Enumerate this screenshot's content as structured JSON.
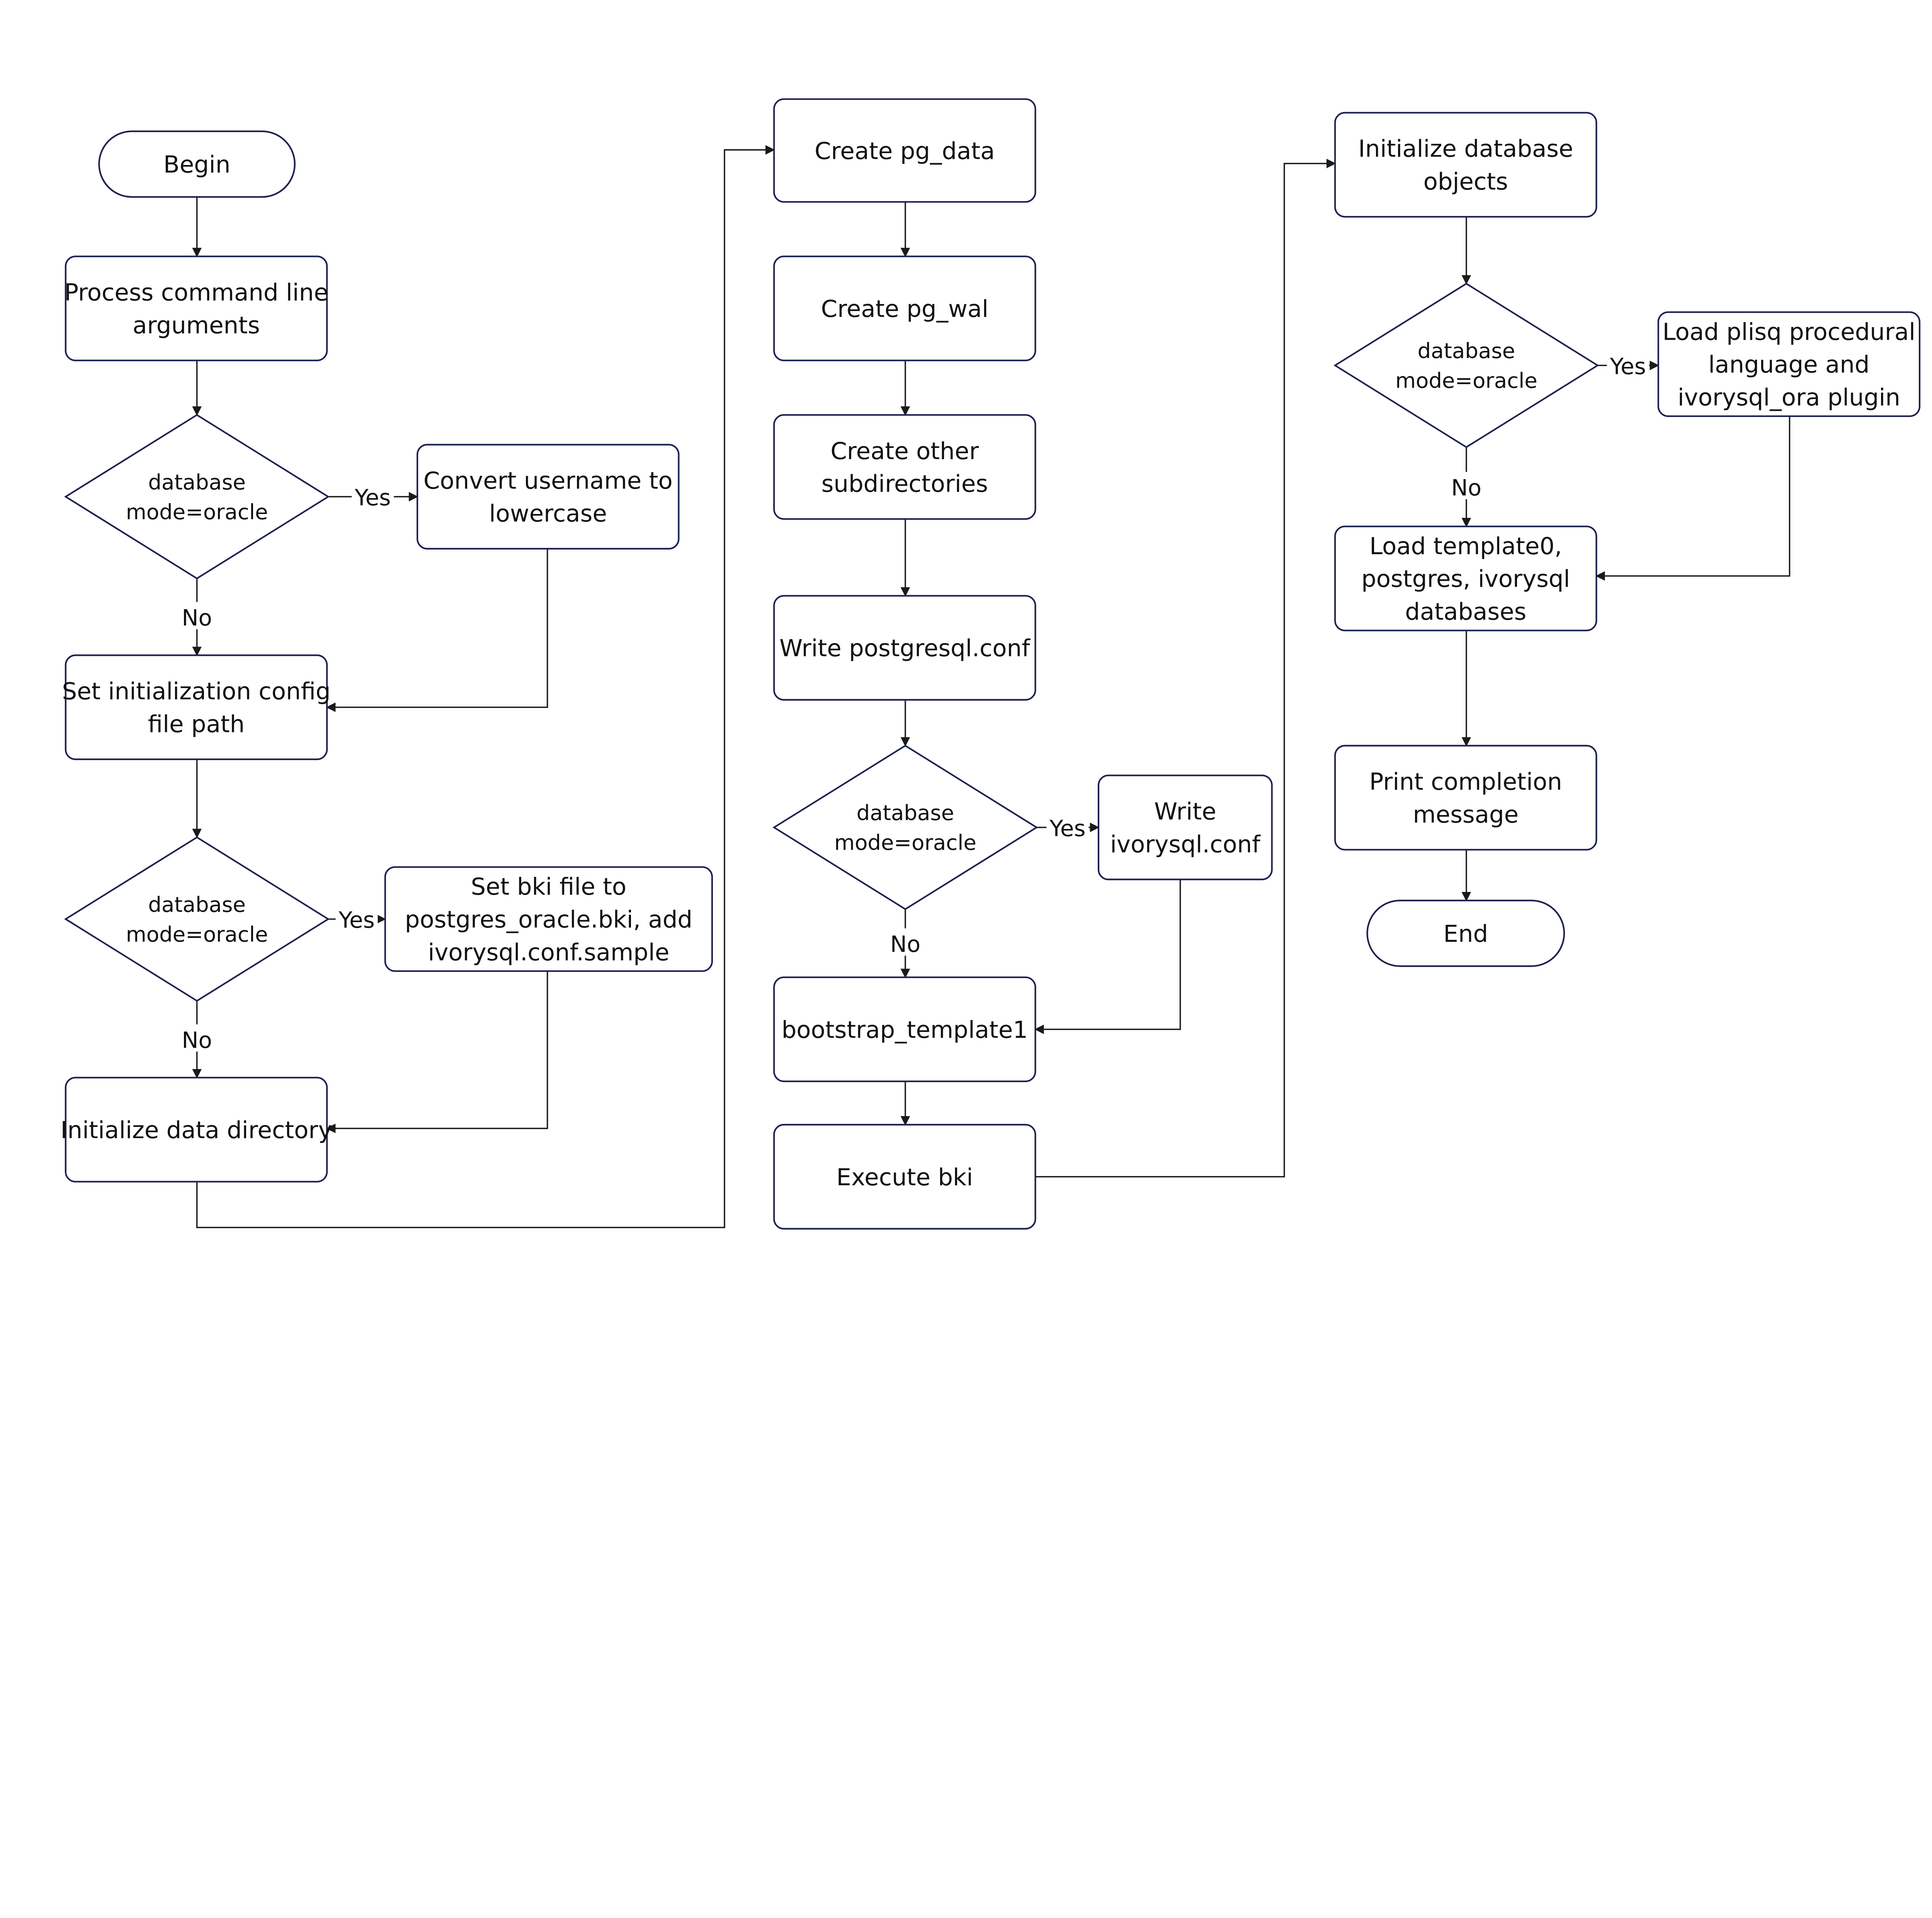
{
  "colors": {
    "node_stroke": "#1c2150",
    "edge": "#1a1a1a",
    "background": "#ffffff"
  },
  "nodes": [
    {
      "id": "begin",
      "type": "terminal",
      "lines": [
        "Begin"
      ]
    },
    {
      "id": "process_args",
      "type": "process",
      "lines": [
        "Process command line",
        "arguments"
      ]
    },
    {
      "id": "check_mode_1",
      "type": "decision",
      "lines": [
        "database",
        "mode=oracle"
      ]
    },
    {
      "id": "convert_username",
      "type": "process",
      "lines": [
        "Convert username to",
        "lowercase"
      ]
    },
    {
      "id": "set_config_path",
      "type": "process",
      "lines": [
        "Set initialization config",
        "file path"
      ]
    },
    {
      "id": "check_mode_2",
      "type": "decision",
      "lines": [
        "database",
        "mode=oracle"
      ]
    },
    {
      "id": "set_bki",
      "type": "process",
      "lines": [
        "Set bki file to",
        "postgres_oracle.bki, add",
        "ivorysql.conf.sample"
      ]
    },
    {
      "id": "init_data_dir",
      "type": "process",
      "lines": [
        "Initialize data directory"
      ]
    },
    {
      "id": "create_pg_data",
      "type": "process",
      "lines": [
        "Create pg_data"
      ]
    },
    {
      "id": "create_pg_wal",
      "type": "process",
      "lines": [
        "Create pg_wal"
      ]
    },
    {
      "id": "create_subdirs",
      "type": "process",
      "lines": [
        "Create other",
        "subdirectories"
      ]
    },
    {
      "id": "write_postgresql_conf",
      "type": "process",
      "lines": [
        "Write postgresql.conf"
      ]
    },
    {
      "id": "check_mode_3",
      "type": "decision",
      "lines": [
        "database",
        "mode=oracle"
      ]
    },
    {
      "id": "write_ivorysql_conf",
      "type": "process",
      "lines": [
        "Write",
        "ivorysql.conf"
      ]
    },
    {
      "id": "bootstrap_template1",
      "type": "process",
      "lines": [
        "bootstrap_template1"
      ]
    },
    {
      "id": "execute_bki",
      "type": "process",
      "lines": [
        "Execute bki"
      ]
    },
    {
      "id": "init_db_objects",
      "type": "process",
      "lines": [
        "Initialize database",
        "objects"
      ]
    },
    {
      "id": "check_mode_4",
      "type": "decision",
      "lines": [
        "database",
        "mode=oracle"
      ]
    },
    {
      "id": "load_plisq",
      "type": "process",
      "lines": [
        "Load plisq procedural",
        "language and",
        "ivorysql_ora plugin"
      ]
    },
    {
      "id": "load_templates",
      "type": "process",
      "lines": [
        "Load template0,",
        "postgres, ivorysql",
        "databases"
      ]
    },
    {
      "id": "print_completion",
      "type": "process",
      "lines": [
        "Print completion",
        "message"
      ]
    },
    {
      "id": "end",
      "type": "terminal",
      "lines": [
        "End"
      ]
    }
  ],
  "edges": [
    {
      "from": "begin",
      "to": "process_args",
      "label": ""
    },
    {
      "from": "process_args",
      "to": "check_mode_1",
      "label": ""
    },
    {
      "from": "check_mode_1",
      "to": "convert_username",
      "label": "Yes"
    },
    {
      "from": "check_mode_1",
      "to": "set_config_path",
      "label": "No"
    },
    {
      "from": "convert_username",
      "to": "set_config_path",
      "label": ""
    },
    {
      "from": "set_config_path",
      "to": "check_mode_2",
      "label": ""
    },
    {
      "from": "check_mode_2",
      "to": "set_bki",
      "label": "Yes"
    },
    {
      "from": "check_mode_2",
      "to": "init_data_dir",
      "label": "No"
    },
    {
      "from": "set_bki",
      "to": "init_data_dir",
      "label": ""
    },
    {
      "from": "init_data_dir",
      "to": "create_pg_data",
      "label": ""
    },
    {
      "from": "create_pg_data",
      "to": "create_pg_wal",
      "label": ""
    },
    {
      "from": "create_pg_wal",
      "to": "create_subdirs",
      "label": ""
    },
    {
      "from": "create_subdirs",
      "to": "write_postgresql_conf",
      "label": ""
    },
    {
      "from": "write_postgresql_conf",
      "to": "check_mode_3",
      "label": ""
    },
    {
      "from": "check_mode_3",
      "to": "write_ivorysql_conf",
      "label": "Yes"
    },
    {
      "from": "check_mode_3",
      "to": "bootstrap_template1",
      "label": "No"
    },
    {
      "from": "write_ivorysql_conf",
      "to": "bootstrap_template1",
      "label": ""
    },
    {
      "from": "bootstrap_template1",
      "to": "execute_bki",
      "label": ""
    },
    {
      "from": "execute_bki",
      "to": "init_db_objects",
      "label": ""
    },
    {
      "from": "init_db_objects",
      "to": "check_mode_4",
      "label": ""
    },
    {
      "from": "check_mode_4",
      "to": "load_plisq",
      "label": "Yes"
    },
    {
      "from": "check_mode_4",
      "to": "load_templates",
      "label": "No"
    },
    {
      "from": "load_plisq",
      "to": "load_templates",
      "label": ""
    },
    {
      "from": "load_templates",
      "to": "print_completion",
      "label": ""
    },
    {
      "from": "print_completion",
      "to": "end",
      "label": ""
    }
  ]
}
